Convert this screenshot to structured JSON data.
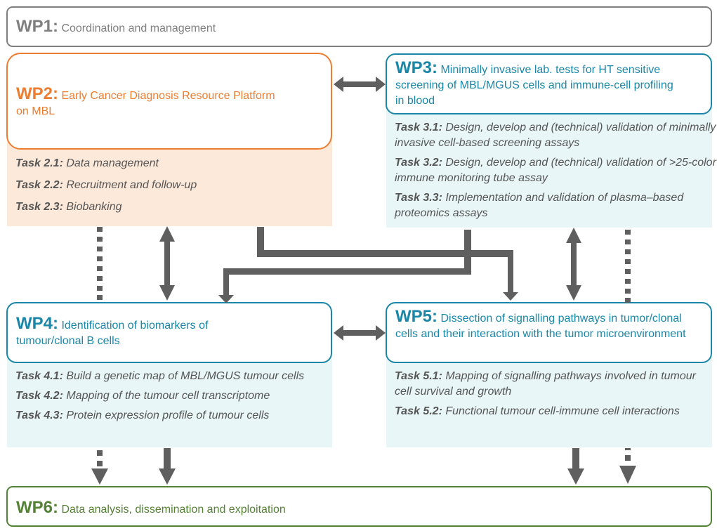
{
  "colors": {
    "wp1": "#7f7f7f",
    "wp2": "#ed7d31",
    "wp2_task_bg": "#fde9d9",
    "teal": "#1a87a8",
    "teal_task_bg": "#e8f6f8",
    "wp6": "#548235",
    "arrow": "#5f5f5f",
    "task_text": "#555555"
  },
  "wp1": {
    "num": "WP1:",
    "title": "Coordination and management"
  },
  "wp2": {
    "num": "WP2:",
    "title": "Early Cancer Diagnosis Resource Platform on MBL",
    "tasks": [
      {
        "id": "Task 2.1:",
        "text": "Data management"
      },
      {
        "id": "Task 2.2:",
        "text": "Recruitment and follow-up"
      },
      {
        "id": "Task 2.3:",
        "text": "Biobanking"
      }
    ]
  },
  "wp3": {
    "num": "WP3:",
    "title": "Minimally invasive lab. tests for HT sensitive screening of MBL/MGUS cells and immune-cell profiling in blood",
    "tasks": [
      {
        "id": "Task 3.1:",
        "text": "Design, develop and (technical) validation of minimally invasive cell-based screening assays"
      },
      {
        "id": "Task 3.2:",
        "text": "Design, develop and (technical) validation of >25-color immune monitoring tube assay"
      },
      {
        "id": "Task 3.3:",
        "text": "Implementation and validation of plasma–based proteomics assays"
      }
    ]
  },
  "wp4": {
    "num": "WP4:",
    "title": "Identification of biomarkers of tumour/clonal B cells",
    "tasks": [
      {
        "id": "Task 4.1:",
        "text": "Build a genetic map of MBL/MGUS tumour cells"
      },
      {
        "id": "Task 4.2:",
        "text": "Mapping of the tumour cell transcriptome"
      },
      {
        "id": "Task 4.3:",
        "text": "Protein expression profile of tumour cells"
      }
    ]
  },
  "wp5": {
    "num": "WP5:",
    "title": "Dissection of signalling pathways in tumor/clonal  cells and their interaction with the tumor microenvironment",
    "tasks": [
      {
        "id": "Task 5.1:",
        "text": "Mapping of signalling pathways involved in tumour cell survival and growth"
      },
      {
        "id": "Task 5.2:",
        "text": "Functional tumour cell-immune cell interactions"
      }
    ]
  },
  "wp6": {
    "num": "WP6:",
    "title": "Data analysis, dissemination and exploitation"
  }
}
